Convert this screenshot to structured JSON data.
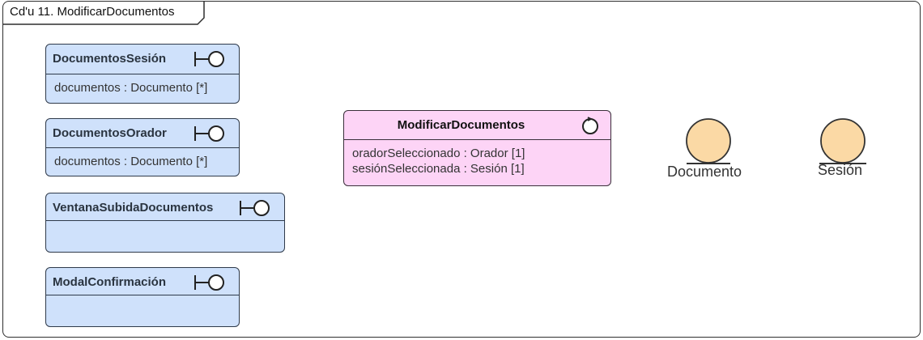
{
  "frame": {
    "title": "Cd'u 11. ModificarDocumentos"
  },
  "boundaries": [
    {
      "name": "DocumentosSesión",
      "attributes": [
        "documentos : Documento [*]"
      ]
    },
    {
      "name": "DocumentosOrador",
      "attributes": [
        "documentos : Documento [*]"
      ]
    },
    {
      "name": "VentanaSubidaDocumentos",
      "attributes": []
    },
    {
      "name": "ModalConfirmación",
      "attributes": []
    }
  ],
  "control": {
    "name": "ModificarDocumentos",
    "attributes": [
      "oradorSeleccionado : Orador [1]",
      "sesiónSeleccionada : Sesión [1]"
    ]
  },
  "entities": [
    {
      "name": "Documento"
    },
    {
      "name": "Sesión"
    }
  ],
  "colors": {
    "boundary_fill": "#cfe1fb",
    "control_fill": "#fdd4f6",
    "entity_fill": "#fbd9a5"
  }
}
